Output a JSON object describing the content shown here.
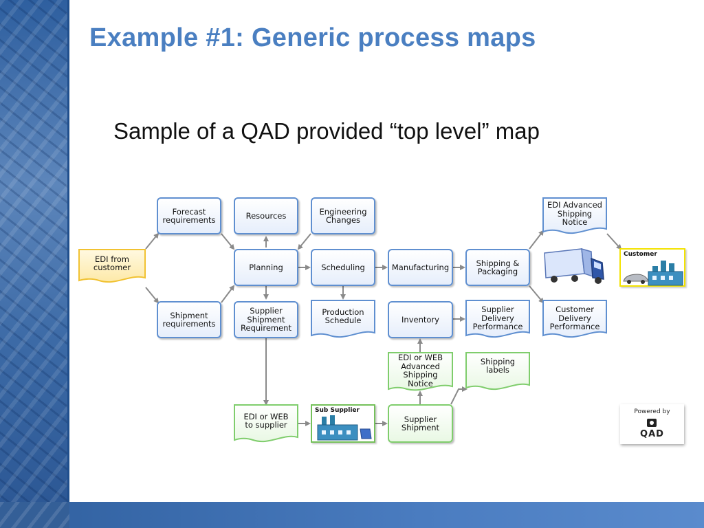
{
  "slide": {
    "title": "Example #1:  Generic process maps",
    "subtitle": "Sample of a QAD provided “top level” map"
  },
  "nodes": {
    "edi_from_customer": "EDI from\ncustomer",
    "forecast": "Forecast\nrequirements",
    "shipment_req": "Shipment\nrequirements",
    "resources": "Resources",
    "engineering": "Engineering\nChanges",
    "planning": "Planning",
    "scheduling": "Scheduling",
    "manufacturing": "Manufacturing",
    "shipping_packaging": "Shipping &\nPackaging",
    "edi_asn": "EDI Advanced\nShipping\nNotice",
    "customer": "Customer",
    "supplier_shipment_req": "Supplier\nShipment\nRequirement",
    "production_schedule": "Production\nSchedule",
    "inventory": "Inventory",
    "supplier_delivery": "Supplier\nDelivery\nPerformance",
    "customer_delivery": "Customer\nDelivery\nPerformance",
    "edi_web_asn": "EDI or WEB\nAdvanced\nShipping\nNotice",
    "shipping_labels": "Shipping\nlabels",
    "edi_web_supplier": "EDI or WEB\nto supplier",
    "sub_supplier": "Sub Supplier",
    "supplier_shipment": "Supplier\nShipment"
  },
  "badge": {
    "powered_by": "Powered by",
    "brand": "QAD"
  },
  "colors": {
    "title": "#4a7fc1",
    "node_border_blue": "#5f8fd0",
    "node_border_green": "#7fcd6c",
    "node_border_yellow": "#f1c232",
    "arrow": "#8a8a8a"
  }
}
